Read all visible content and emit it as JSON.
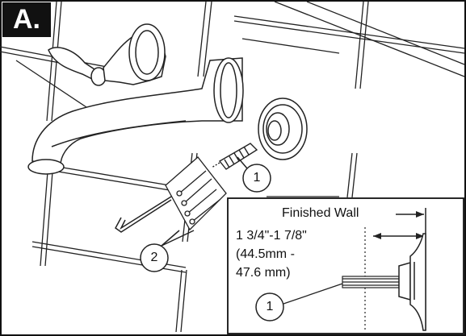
{
  "step_label": "A.",
  "inset": {
    "wall_label": "Finished Wall",
    "dim_line1": "1 3/4\"-1 7/8\"",
    "dim_line2": "(44.5mm -",
    "dim_line3": "47.6 mm)"
  },
  "callouts": {
    "screw": "1",
    "allen_key": "2",
    "inset_screw": "1"
  }
}
